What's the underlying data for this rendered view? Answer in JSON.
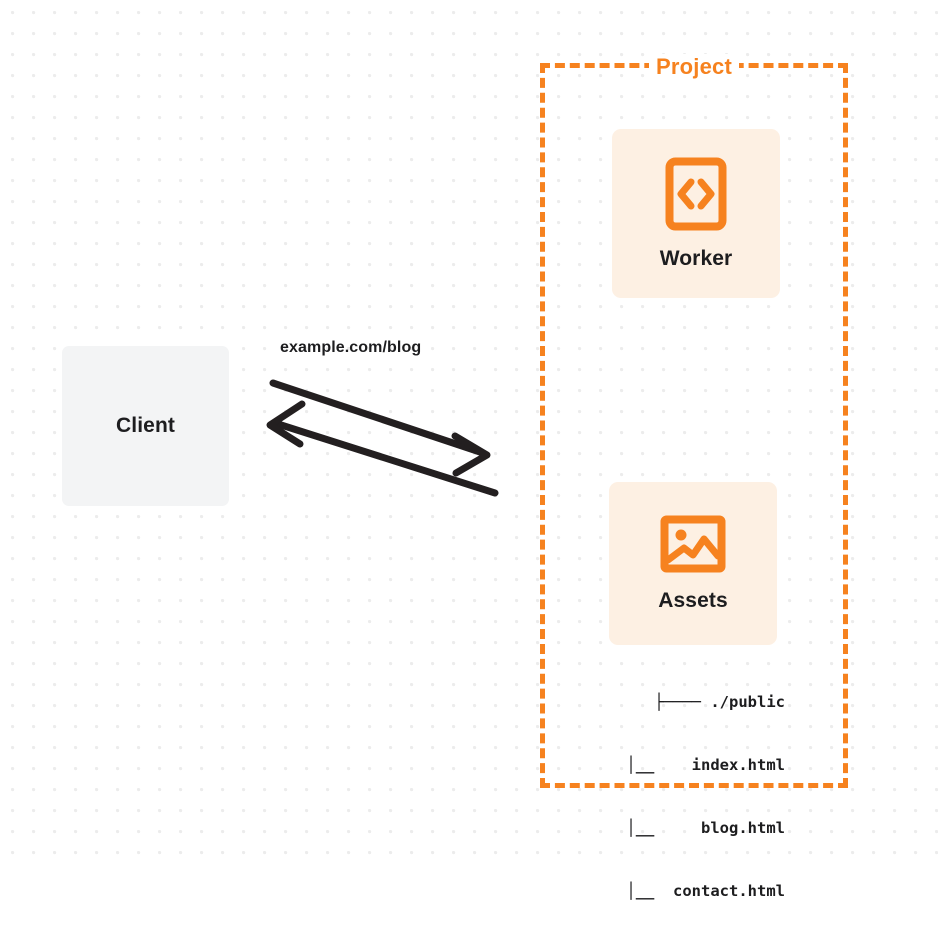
{
  "diagram": {
    "title": "Project",
    "background": "dot-grid",
    "colors": {
      "accent_orange": "#f6821f",
      "card_background": "#fdf0e3",
      "client_background": "#f3f4f5",
      "text": "#1d1d1f",
      "arrow": "#231f20",
      "grid_dot": "#ececec"
    }
  },
  "client": {
    "label": "Client",
    "icon": "client-box"
  },
  "connector": {
    "label": "example.com/blog",
    "request_direction": "client-to-project",
    "response_direction": "project-to-client"
  },
  "project": {
    "title": "Project",
    "nodes": [
      {
        "label": "Worker",
        "icon": "code-brackets-icon"
      },
      {
        "label": "Assets",
        "icon": "image-icon"
      }
    ]
  },
  "file_tree": {
    "rows": [
      "├──── ./public",
      "│__    index.html",
      "│__     blog.html",
      "│__  contact.html"
    ],
    "files": [
      "./public",
      "index.html",
      "blog.html",
      "contact.html"
    ]
  }
}
